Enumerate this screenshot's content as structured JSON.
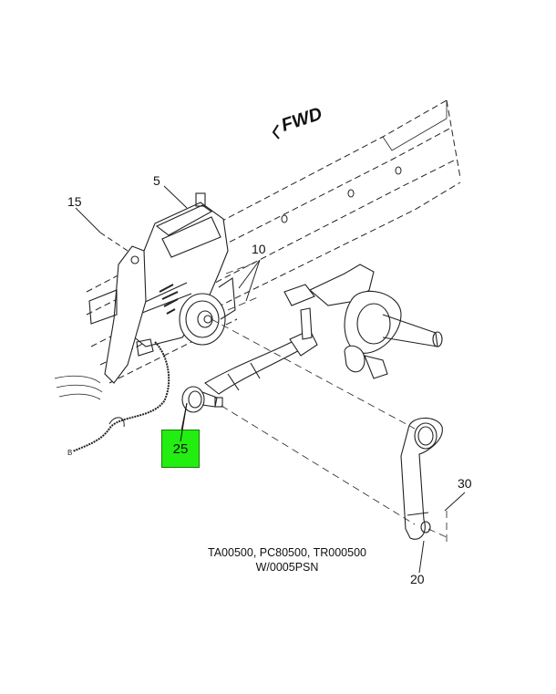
{
  "diagram": {
    "title": "Steering gear and drag link assembly",
    "direction_indicator": {
      "label": "FWD",
      "icon": "arrow-left-icon"
    },
    "callouts": [
      {
        "id": "5",
        "label": "5",
        "part": "steering-gear"
      },
      {
        "id": "10",
        "label": "10",
        "part": "mounting-bolts"
      },
      {
        "id": "15",
        "label": "15",
        "part": "bracket"
      },
      {
        "id": "20",
        "label": "20",
        "part": "pitman-arm"
      },
      {
        "id": "25",
        "label": "25",
        "part": "drag-link",
        "highlighted": true
      },
      {
        "id": "30",
        "label": "30",
        "part": "nut"
      }
    ],
    "highlight_color": "#22ee11",
    "caption": {
      "line1": "TA00500, PC80500, TR000500",
      "line2": "W/0005PSN"
    },
    "small_marker": "B"
  }
}
